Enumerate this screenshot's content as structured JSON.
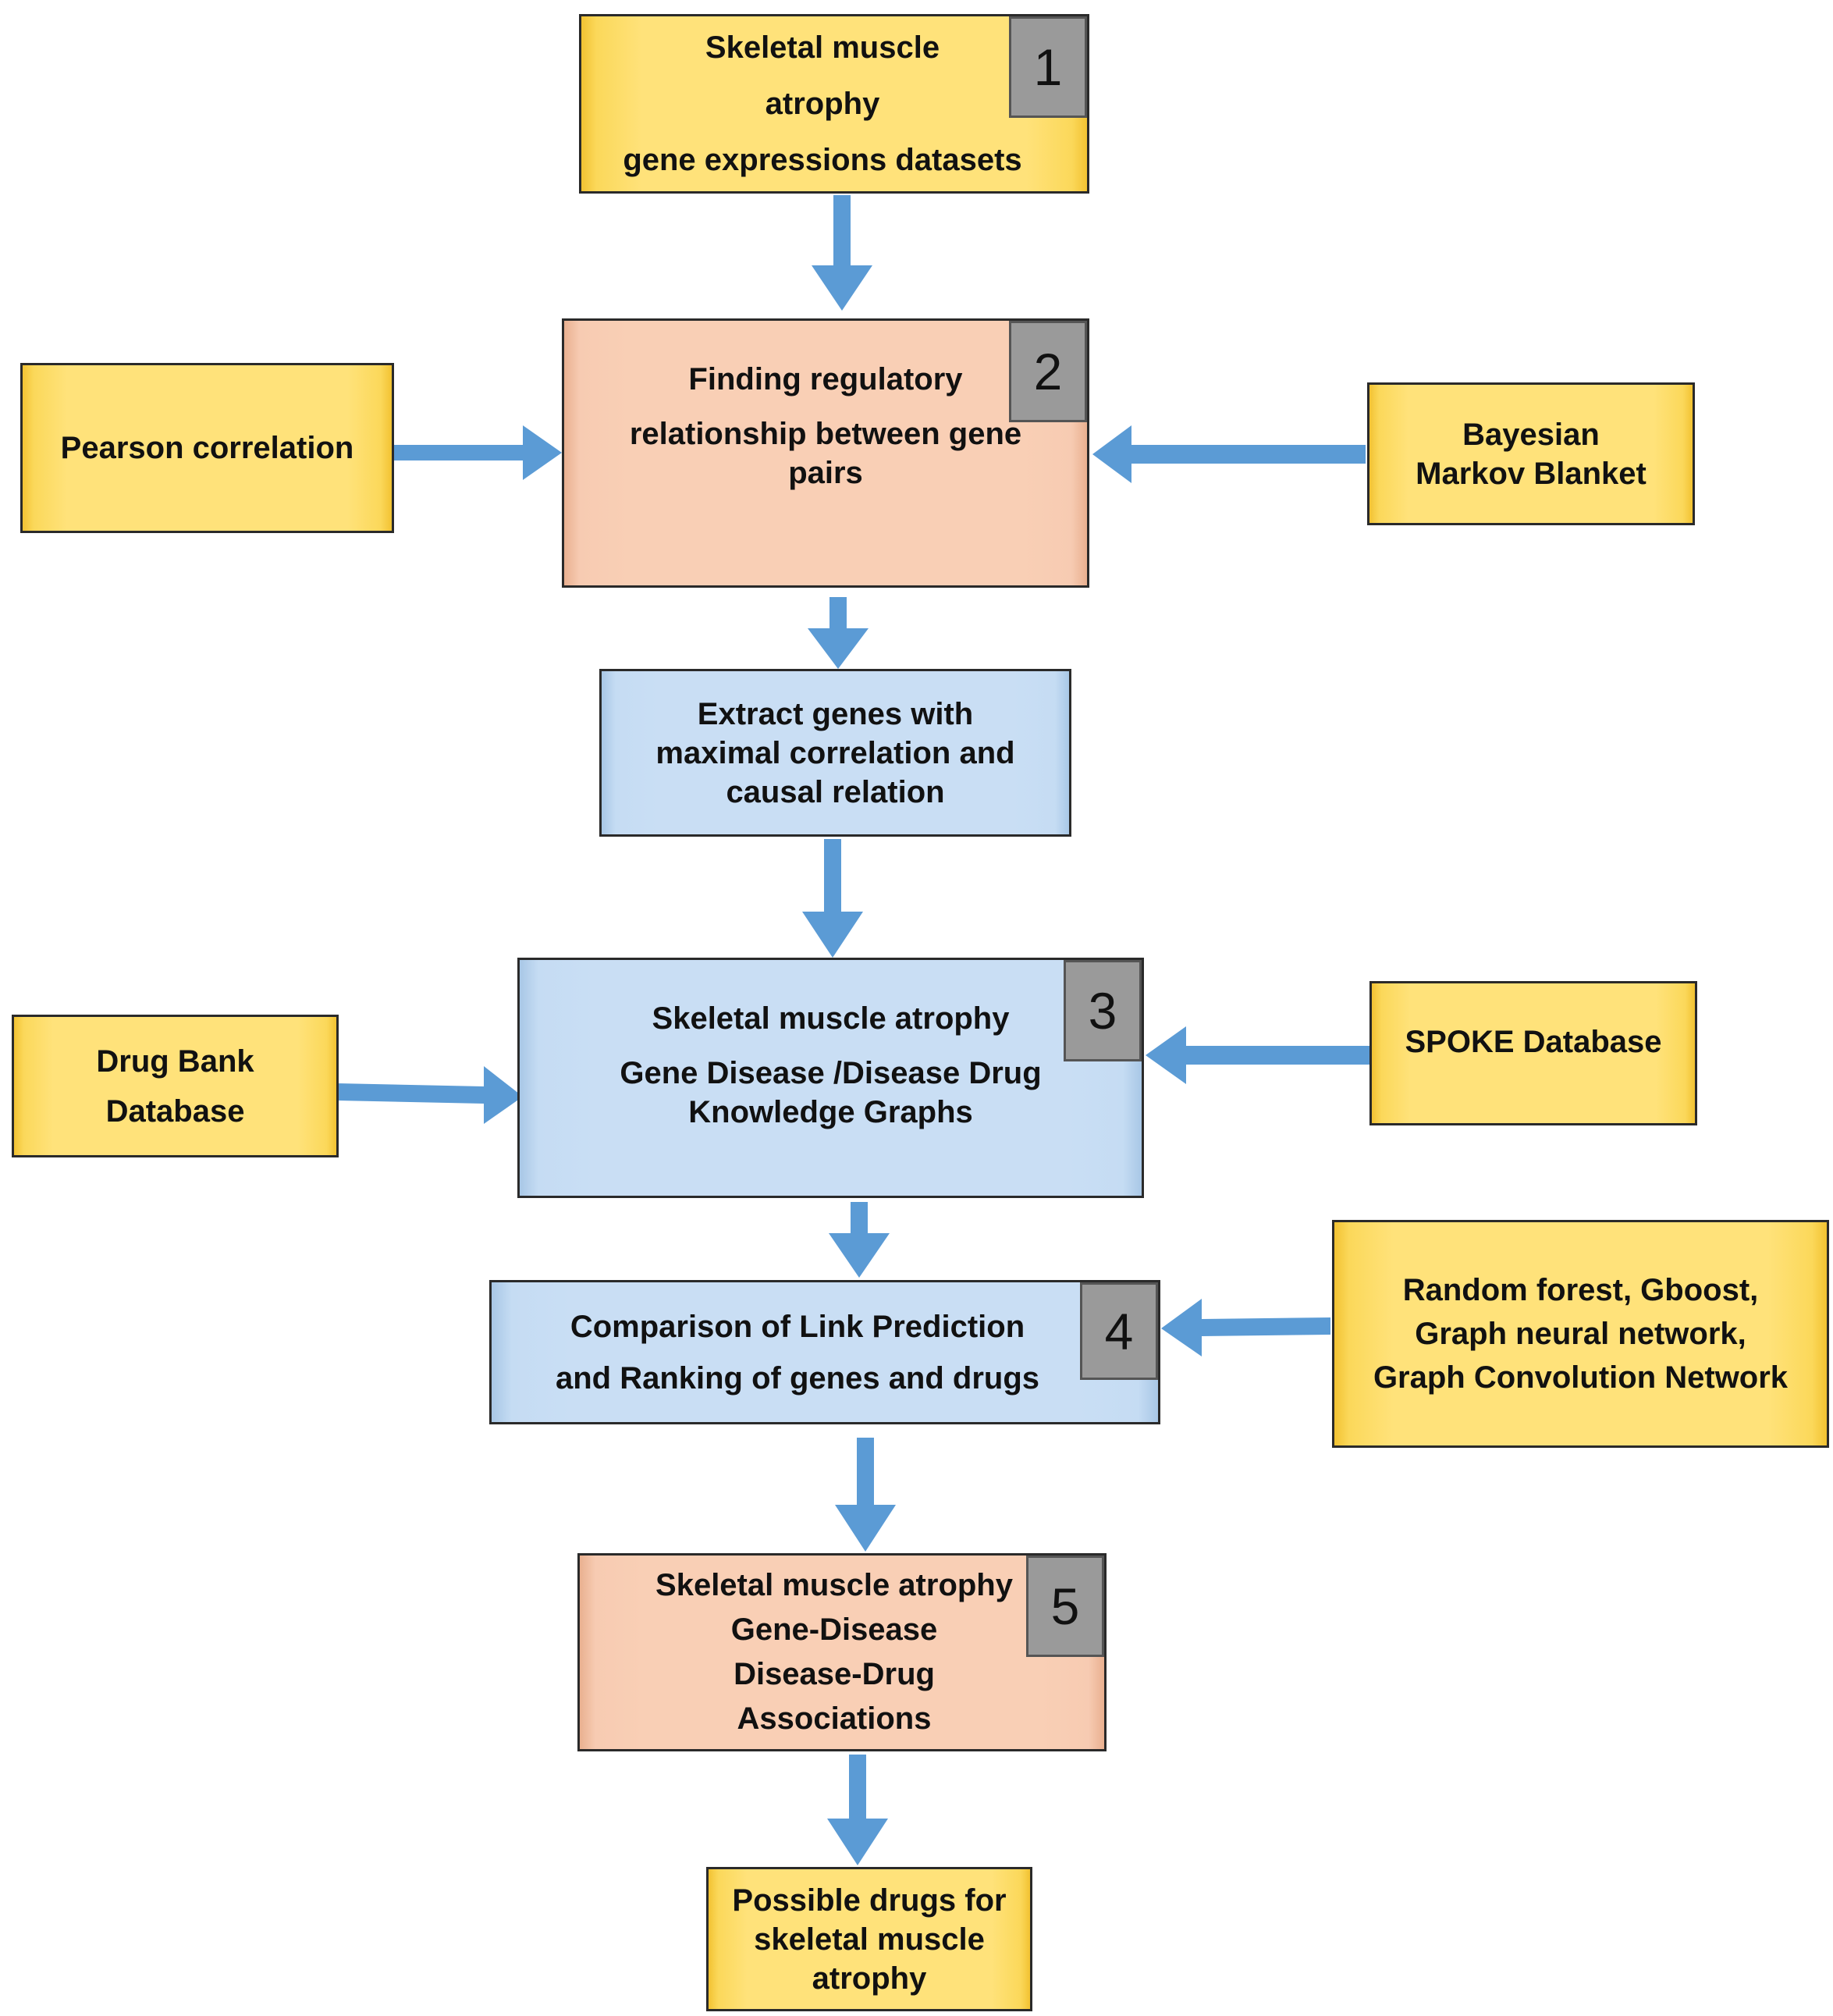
{
  "nodes": {
    "datasets": {
      "lines": [
        "Skeletal muscle",
        "atrophy",
        "gene expressions datasets"
      ],
      "badge": "1"
    },
    "regulatory": {
      "lines": [
        "Finding regulatory",
        "relationship between gene",
        "pairs"
      ],
      "badge": "2"
    },
    "pearson": {
      "lines": [
        "Pearson correlation"
      ]
    },
    "bayesian": {
      "lines": [
        "Bayesian",
        "Markov Blanket"
      ]
    },
    "extract": {
      "lines": [
        "Extract genes with",
        "maximal correlation and",
        "causal relation"
      ]
    },
    "knowledge_graphs": {
      "lines": [
        "Skeletal muscle atrophy",
        "Gene Disease /Disease Drug",
        "Knowledge Graphs"
      ],
      "badge": "3"
    },
    "drugbank": {
      "lines": [
        "Drug Bank",
        "Database"
      ]
    },
    "spoke": {
      "lines": [
        "SPOKE Database"
      ]
    },
    "link_prediction": {
      "lines": [
        "Comparison of Link Prediction",
        "and Ranking  of genes and drugs"
      ],
      "badge": "4"
    },
    "models": {
      "lines": [
        "Random forest, Gboost,",
        "Graph neural network,",
        "Graph Convolution Network"
      ]
    },
    "associations": {
      "lines": [
        "Skeletal muscle atrophy",
        "Gene-Disease",
        "Disease-Drug",
        "Associations"
      ],
      "badge": "5"
    },
    "possible_drugs": {
      "lines": [
        "Possible drugs for",
        "skeletal muscle",
        "atrophy"
      ]
    }
  },
  "colors": {
    "arrow": "#5b9bd5",
    "yellow": "#ffe27a",
    "peach": "#f9cfb5",
    "blue": "#c9def4",
    "badge": "#9a9a9a"
  },
  "edges": [
    [
      "datasets",
      "regulatory"
    ],
    [
      "pearson",
      "regulatory"
    ],
    [
      "bayesian",
      "regulatory"
    ],
    [
      "regulatory",
      "extract"
    ],
    [
      "extract",
      "knowledge_graphs"
    ],
    [
      "drugbank",
      "knowledge_graphs"
    ],
    [
      "spoke",
      "knowledge_graphs"
    ],
    [
      "knowledge_graphs",
      "link_prediction"
    ],
    [
      "models",
      "link_prediction"
    ],
    [
      "link_prediction",
      "associations"
    ],
    [
      "associations",
      "possible_drugs"
    ]
  ]
}
